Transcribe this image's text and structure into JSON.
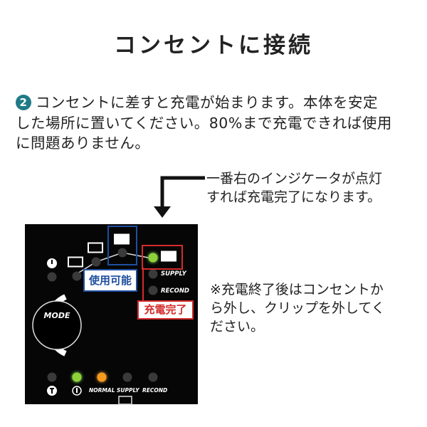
{
  "title": "コンセントに接続",
  "step_number": "2",
  "instructions": [
    "コンセントに差すと充電が始まります。本体を安定",
    "した場所に置いてください。80%まで充電できれば使用",
    "に問題ありません。"
  ],
  "callout": [
    "一番右のインジケータが点灯",
    "すれば充電完了になります。"
  ],
  "note": [
    "※充電終了後はコンセントか",
    "ら外し、クリップを外してく",
    "ださい。"
  ],
  "panel": {
    "mode_label": "MODE",
    "supply_label": "SUPPLY",
    "recond_label": "RECOND",
    "usable_label": "使用可能",
    "complete_label": "充電完了",
    "bottom_labels": [
      "NORMAL",
      "SUPPLY",
      "RECOND"
    ]
  },
  "colors": {
    "blue": "#1f4fa0",
    "red": "#d42b2b",
    "green": "#8fd13a",
    "orange": "#f59a1e"
  }
}
